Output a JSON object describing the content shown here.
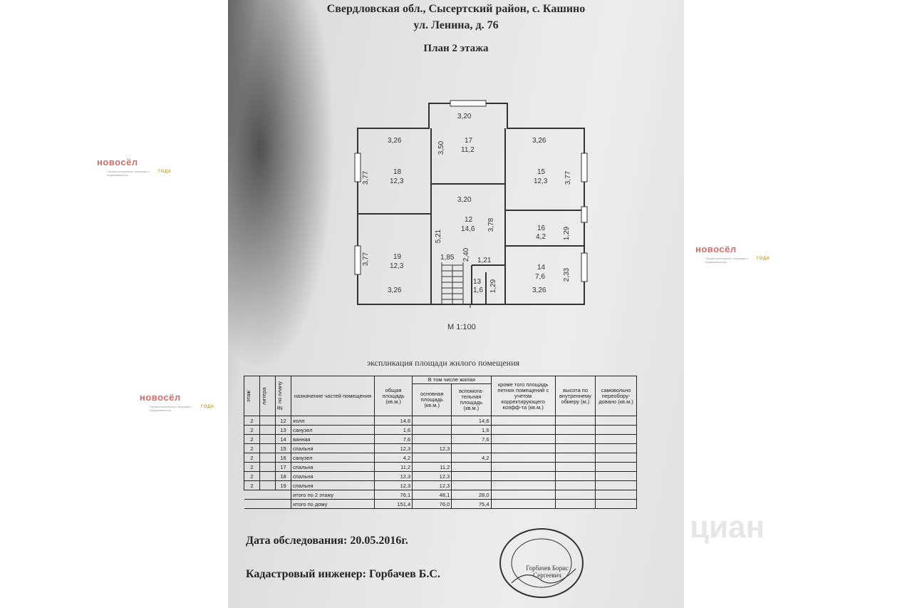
{
  "header": {
    "line1": "Свердловская обл., Сысертский район, с. Кашино",
    "line2": "ул. Ленина, д. 76",
    "plan_title": "План 2 этажа"
  },
  "plan": {
    "rooms": [
      {
        "num": "17",
        "area": "11,2",
        "w": "3,20",
        "h": "3,50"
      },
      {
        "num": "18",
        "area": "12,3",
        "w": "3,26",
        "h": "3,77"
      },
      {
        "num": "15",
        "area": "12,3",
        "w": "3,26",
        "h": "3,77"
      },
      {
        "num": "12",
        "area": "14,6",
        "w": "3,20",
        "h": "3,78",
        "h2": "5,21"
      },
      {
        "num": "16",
        "area": "4,2",
        "h": "1,29"
      },
      {
        "num": "19",
        "area": "12,3",
        "w": "3,26",
        "h": "3,77"
      },
      {
        "num": "13",
        "area": "1,6",
        "h": "1,29"
      },
      {
        "num": "14",
        "area": "7,6",
        "w": "3,26",
        "h": "2,33"
      }
    ],
    "dims": {
      "stair_w": "1,85",
      "stair_h": "2,40",
      "bath_w": "1,21"
    },
    "scale": "М 1:100"
  },
  "explication": {
    "title": "экспликация площади жилого помещения",
    "headers": {
      "floor": "этаж",
      "letter": "литера",
      "plan_no": "№ по плану",
      "purpose": "назначение частей помещения",
      "total": "общая площадь (кв.м.)",
      "incl": "В том числе жилая",
      "main": "основная площадь (кв.м.)",
      "aux": "вспомога-тельная площадь (кв.м.)",
      "summer": "кроме того площадь летних помещений с учетом корректирующего коэфф-та (кв.м.)",
      "height": "высота по внутреннему обмеру (м.)",
      "unauth": "самовольно переобору-довано (кв.м.)"
    },
    "rows": [
      {
        "floor": "2",
        "no": "12",
        "name": "холл",
        "total": "14,6",
        "main": "",
        "aux": "14,6"
      },
      {
        "floor": "2",
        "no": "13",
        "name": "санузел",
        "total": "1,6",
        "main": "",
        "aux": "1,6"
      },
      {
        "floor": "2",
        "no": "14",
        "name": "ванная",
        "total": "7,6",
        "main": "",
        "aux": "7,6"
      },
      {
        "floor": "2",
        "no": "15",
        "name": "спальня",
        "total": "12,3",
        "main": "12,3",
        "aux": ""
      },
      {
        "floor": "2",
        "no": "16",
        "name": "санузел",
        "total": "4,2",
        "main": "",
        "aux": "4,2"
      },
      {
        "floor": "2",
        "no": "17",
        "name": "спальня",
        "total": "11,2",
        "main": "11,2",
        "aux": ""
      },
      {
        "floor": "2",
        "no": "18",
        "name": "спальня",
        "total": "12,3",
        "main": "12,3",
        "aux": ""
      },
      {
        "floor": "2",
        "no": "19",
        "name": "спальня",
        "total": "12,3",
        "main": "12,3",
        "aux": ""
      }
    ],
    "total_floor": {
      "label": "итого по 2 этажу",
      "total": "76,1",
      "main": "48,1",
      "aux": "28,0"
    },
    "total_house": {
      "label": "итого по дому",
      "total": "151,4",
      "main": "76,0",
      "aux": "75,4"
    }
  },
  "footer": {
    "date_line": "Дата обследования: 20.05.2016г.",
    "engineer_line": "Кадастровый инженер: Горбачев Б.С.",
    "stamp_name": "Горбачев Борис Сергеевич"
  },
  "watermarks": {
    "brand": "новосёл",
    "brand_sub": "Профессиональные операции с недвижимостью",
    "goda": "ГОДА",
    "cian": "циан"
  },
  "colors": {
    "watermark": "#d46a6a",
    "ink": "#222222"
  }
}
